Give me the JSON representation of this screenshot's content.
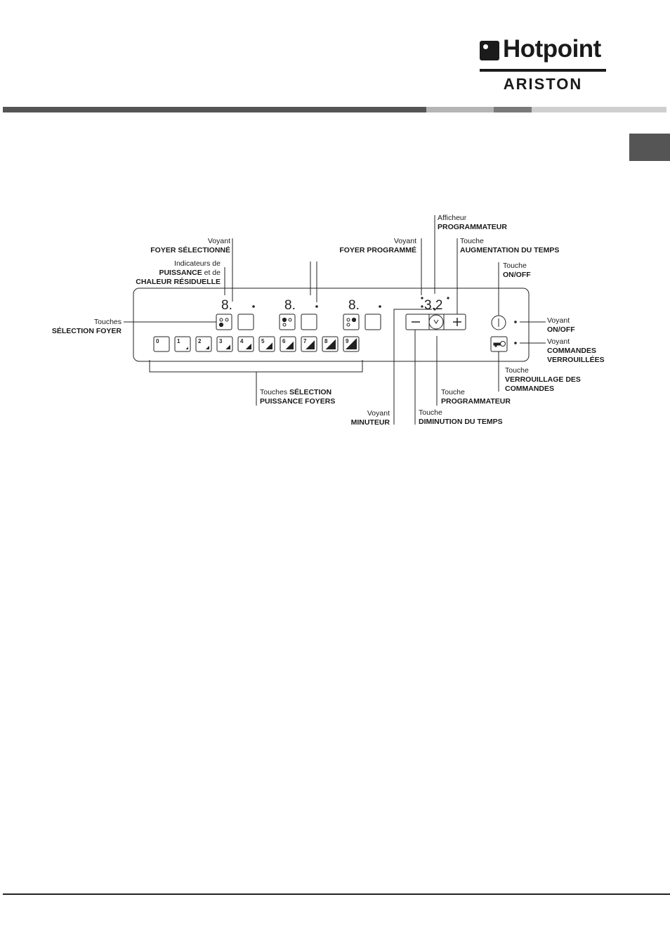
{
  "brand": {
    "name": "Hotpoint",
    "sub": "ARISTON"
  },
  "colors": {
    "band_dark": "#555555",
    "band_light": "#b5b5b5",
    "band_mid": "#7a7a7a",
    "band_pale": "#cfcfcf"
  },
  "panel": {
    "hob_displays": [
      "8.",
      "8.",
      "8."
    ],
    "timer_display": "3.2",
    "power_keys": [
      "0",
      "1",
      "2",
      "3",
      "4",
      "5",
      "6",
      "7",
      "8",
      "9"
    ]
  },
  "labels": {
    "voyant_foyer_sel": {
      "line1": "Voyant",
      "line2": "FOYER SÉLECTIONNÉ"
    },
    "indicateurs": {
      "line1": "Indicateurs de",
      "line2a": "PUISSANCE",
      "line2b": " et de",
      "line3": "CHALEUR RÉSIDUELLE"
    },
    "touches_selection_foyer": {
      "line1": "Touches",
      "line2": "SÉLECTION FOYER"
    },
    "voyant_foyer_prog": {
      "line1": "Voyant",
      "line2": "FOYER PROGRAMMÉ"
    },
    "afficheur": {
      "line1": "Afficheur",
      "line2": "PROGRAMMATEUR"
    },
    "touche_augmentation": {
      "line1": "Touche",
      "line2": "AUGMENTATION DU TEMPS"
    },
    "touche_onoff": {
      "line1": "Touche",
      "line2": "ON/OFF"
    },
    "voyant_onoff": {
      "line1": "Voyant",
      "line2": "ON/OFF"
    },
    "voyant_commandes": {
      "line1": "Voyant",
      "line2": "COMMANDES",
      "line3": "VERROUILLÉES"
    },
    "touche_verrouillage": {
      "line1": "Touche",
      "line2": "VERROUILLAGE DES",
      "line3": "COMMANDES"
    },
    "touche_programmateur": {
      "line1": "Touche",
      "line2": "PROGRAMMATEUR"
    },
    "touche_diminution": {
      "line1": "Touche",
      "line2": "DIMINUTION DU TEMPS"
    },
    "voyant_minuteur": {
      "line1": "Voyant",
      "line2": "MINUTEUR"
    },
    "touches_puissance": {
      "line1a": "Touches ",
      "line1b": "SÉLECTION",
      "line2": "PUISSANCE FOYERS"
    }
  }
}
